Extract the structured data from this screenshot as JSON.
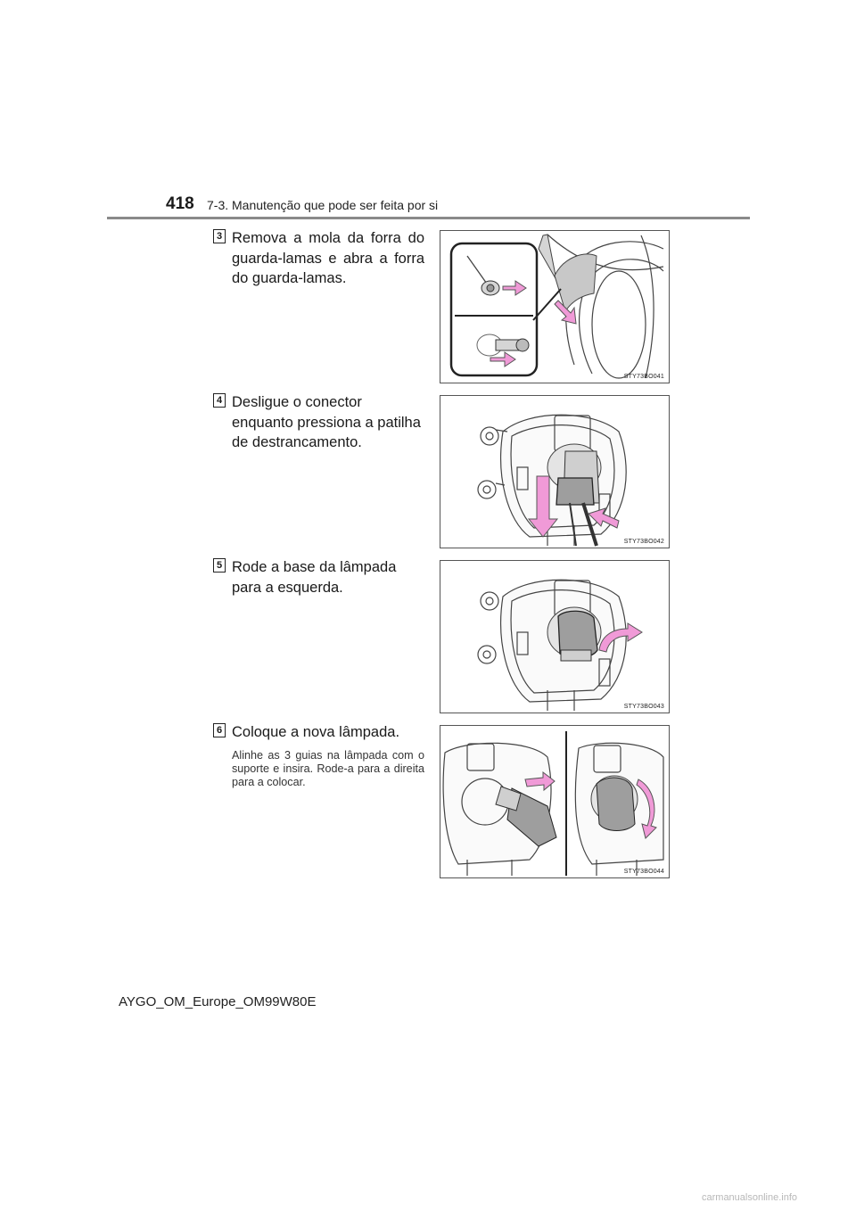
{
  "header": {
    "page_number": "418",
    "section_title": "7-3. Manutenção que pode ser feita por si"
  },
  "steps": [
    {
      "number": "3",
      "text": "Remova a mola da forra do guarda-lamas e abra a forra do guarda-lamas.",
      "note": "",
      "figure_code": "STY73BO041"
    },
    {
      "number": "4",
      "text": "Desligue o conector enquanto pressiona a patilha de destrancamento.",
      "note": "",
      "figure_code": "STY73BO042"
    },
    {
      "number": "5",
      "text": "Rode a base da lâmpada para a esquerda.",
      "note": "",
      "figure_code": "STY73BO043"
    },
    {
      "number": "6",
      "text": "Coloque a nova lâmpada.",
      "note": "Alinhe as 3 guias na lâmpada com o suporte e insira. Rode-a para a direita para a colocar.",
      "figure_code": "STY73BO044"
    }
  ],
  "footer": {
    "doc_code": "AYGO_OM_Europe_OM99W80E"
  },
  "watermark": "carmanualsonline.info",
  "colors": {
    "arrow": "#f09ad7",
    "arrow_stroke": "#555555",
    "header_rule": "#8a8a8a",
    "part_fill": "#d5d5d5"
  }
}
